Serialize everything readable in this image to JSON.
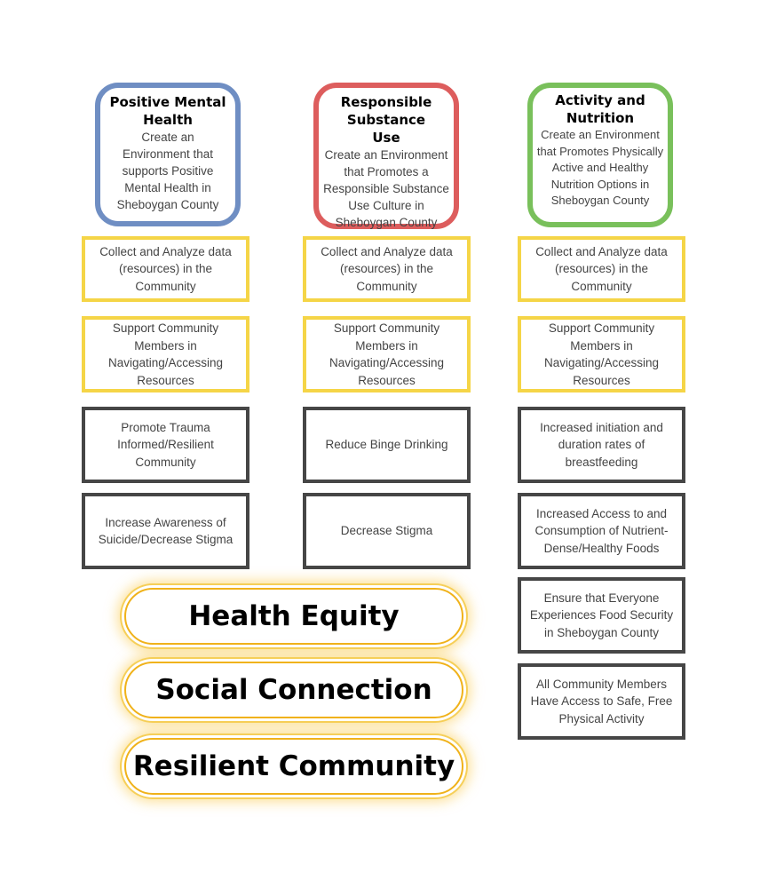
{
  "pillars": [
    {
      "title": "Positive Mental Health",
      "description": "Create an Environment that supports Positive Mental Health in Sheboygan County",
      "color": "#6f8ec3"
    },
    {
      "title": "Responsible Substance Use",
      "description": "Create an Environment that Promotes a Responsible Substance Use Culture in Sheboygan County",
      "color": "#dd5d5d"
    },
    {
      "title": "Activity and Nutrition",
      "description": "Create an Environment that Promotes Physically Active and Healthy Nutrition Options in Sheboygan County",
      "color": "#79c05b"
    }
  ],
  "columns": [
    {
      "shared": [
        "Collect and Analyze data (resources) in the Community",
        "Support Community Members in Navigating/Accessing Resources"
      ],
      "goals": [
        "Promote Trauma Informed/Resilient Community",
        "Increase Awareness of Suicide/Decrease Stigma"
      ]
    },
    {
      "shared": [
        "Collect and Analyze data (resources) in the Community",
        "Support Community Members in Navigating/Accessing Resources"
      ],
      "goals": [
        "Reduce Binge Drinking",
        "Decrease Stigma"
      ]
    },
    {
      "shared": [
        "Collect and Analyze data (resources) in the Community",
        "Support Community Members in Navigating/Accessing Resources"
      ],
      "goals": [
        "Increased initiation and duration rates of breastfeeding",
        "Increased Access to and Consumption of Nutrient-Dense/Healthy Foods",
        "Ensure that Everyone Experiences Food Security in Sheboygan County",
        "All Community Members Have Access to Safe, Free Physical Activity"
      ]
    }
  ],
  "foundations": [
    "Health Equity",
    "Social Connection",
    "Resilient Community"
  ],
  "colors": {
    "shared_border": "#f5d547",
    "goal_border": "#464646",
    "foundation_glow": "#f6cf58"
  }
}
